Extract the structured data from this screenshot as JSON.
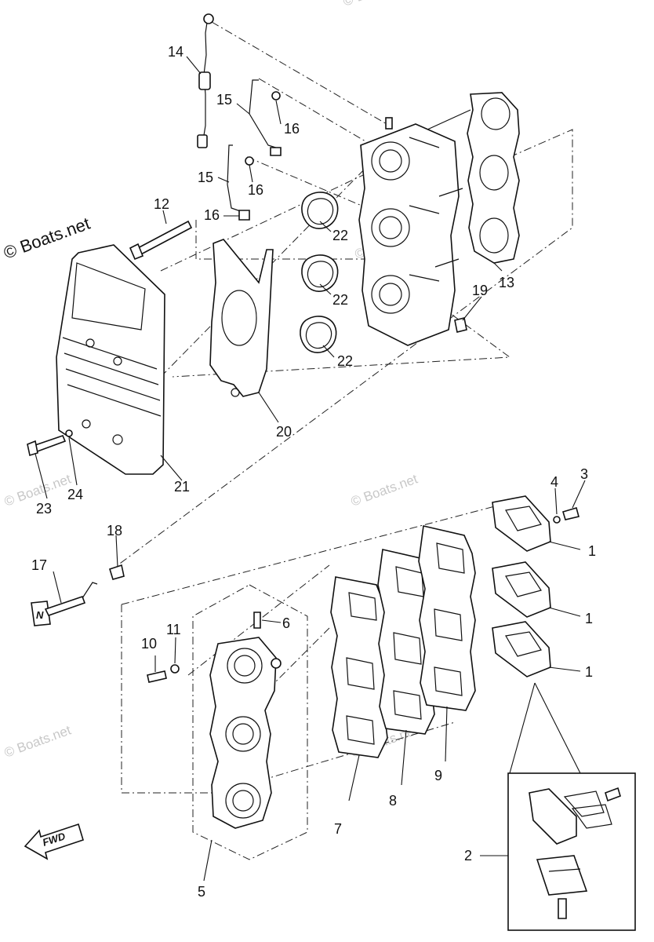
{
  "watermark": {
    "main": "© Boats.net",
    "faded": [
      "© Boats.net",
      "© Boats.net",
      "© Boats.net",
      "© Boats.net",
      "© Boats.net",
      "© Boats.net"
    ]
  },
  "direction_label": "FWD",
  "callouts": {
    "c1a": "1",
    "c1b": "1",
    "c1c": "1",
    "c2": "2",
    "c3": "3",
    "c4": "4",
    "c5": "5",
    "c6": "6",
    "c7": "7",
    "c8": "8",
    "c9": "9",
    "c10": "10",
    "c11": "11",
    "c12": "12",
    "c13": "13",
    "c14": "14",
    "c15a": "15",
    "c15b": "15",
    "c16a": "16",
    "c16b": "16",
    "c16c": "16",
    "c17": "17",
    "c18": "18",
    "c19": "19",
    "c20": "20",
    "c21": "21",
    "c22a": "22",
    "c22b": "22",
    "c22c": "22",
    "c23": "23",
    "c24": "24"
  }
}
